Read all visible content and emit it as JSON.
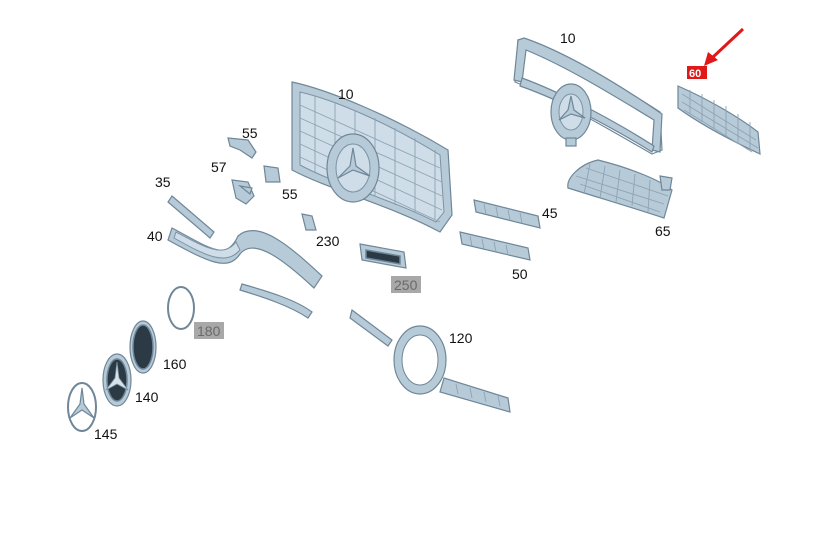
{
  "diagram": {
    "callouts": {
      "c10a": "10",
      "c10b": "10",
      "c60": "60",
      "c55a": "55",
      "c57": "57",
      "c55b": "55",
      "c35": "35",
      "c40": "40",
      "c230": "230",
      "c250": "250",
      "c45": "45",
      "c50": "50",
      "c65": "65",
      "c180": "180",
      "c160": "160",
      "c140": "140",
      "c145": "145",
      "c120": "120"
    },
    "colors": {
      "part_fill": "#b6cad8",
      "part_stroke": "#6f8798",
      "highlight_box": "#a8a8a8",
      "selected_box": "#e01818",
      "arrow": "#e01818"
    },
    "selected_part": "60",
    "highlighted_parts": [
      "250",
      "180"
    ]
  }
}
